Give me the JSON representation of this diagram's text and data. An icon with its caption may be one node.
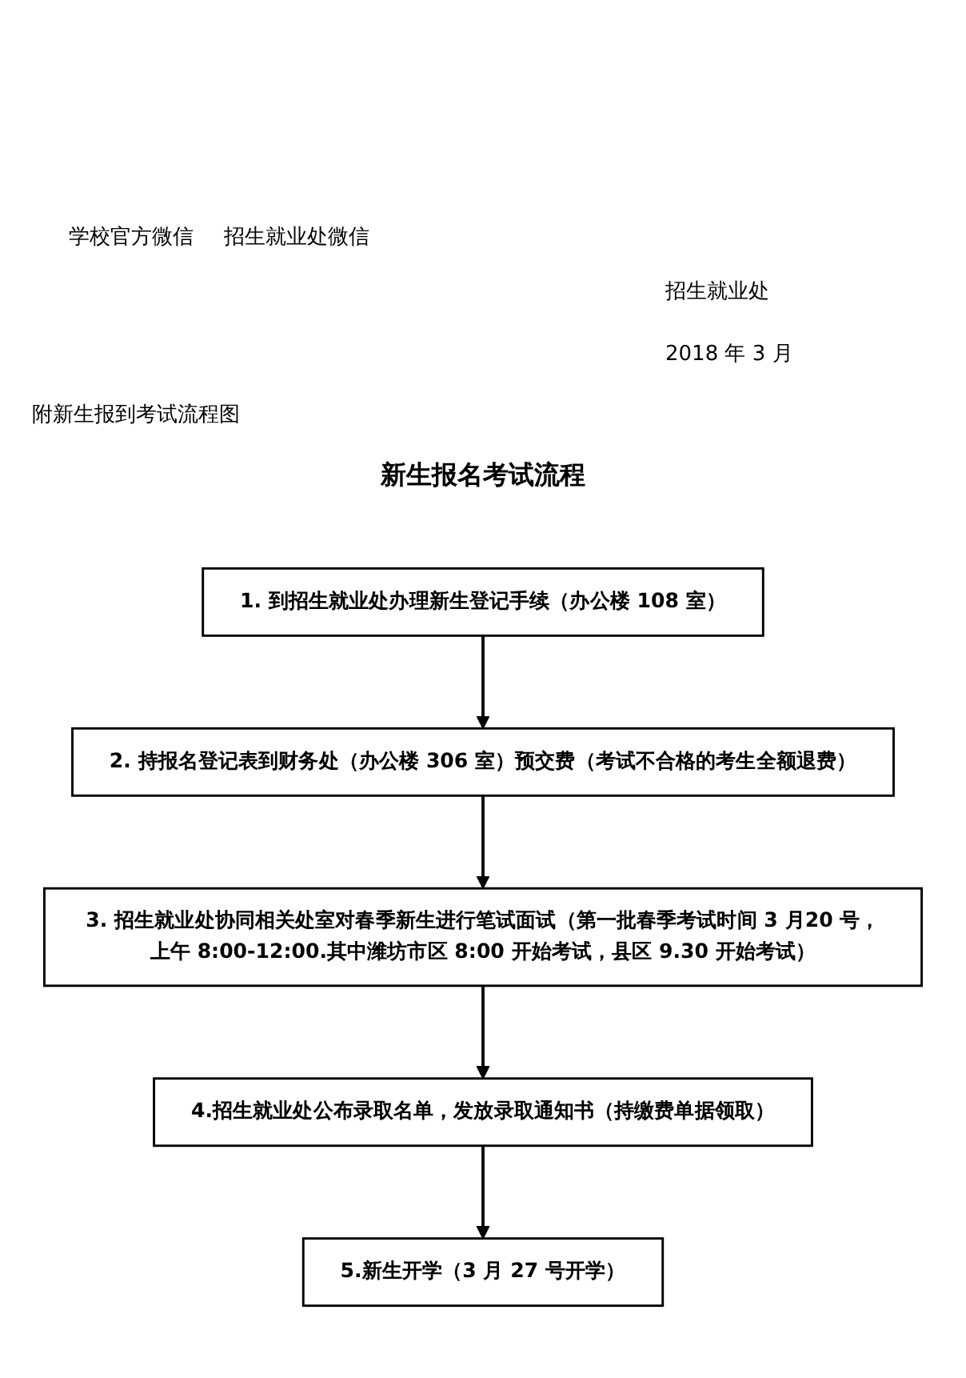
{
  "diagram": {
    "title": "新生报名考试流程",
    "nodes": [
      {
        "text": [
          "1. 到招生就业处办理新生登记手续（办公楼 108 室）"
        ]
      },
      {
        "text": [
          "2. 持报名登记表到财务处（办公楼 306 室）预交费（考试不合格的考生全额退费）"
        ]
      },
      {
        "text": [
          "3. 招生就业处协同相关处室对春季新生进行笔试面试（第一批春季考试时间 3 月20 号，上午 8:00-12:00.其中潍坊市区 8:00 开始考试，县区 9.30 开始考试）"
        ]
      },
      {
        "text": [
          "4.招生就业处公布录取名单，发放录取通知书（持缴费单据领取）"
        ]
      },
      {
        "text": [
          "5.新生开学（3 月 27 号开学）"
        ]
      }
    ],
    "edges": [
      {
        "from": 0,
        "to": 1,
        "arrow": "to"
      },
      {
        "from": 1,
        "to": 2,
        "arrow": "to"
      },
      {
        "from": 2,
        "to": 3,
        "arrow": "to"
      },
      {
        "from": 3,
        "to": 4,
        "arrow": "to"
      }
    ],
    "labels": [
      "学校官方微信",
      "招生就业处微信",
      "招生就业处",
      "2018 年 3 月",
      "附新生报到考试流程图"
    ]
  }
}
